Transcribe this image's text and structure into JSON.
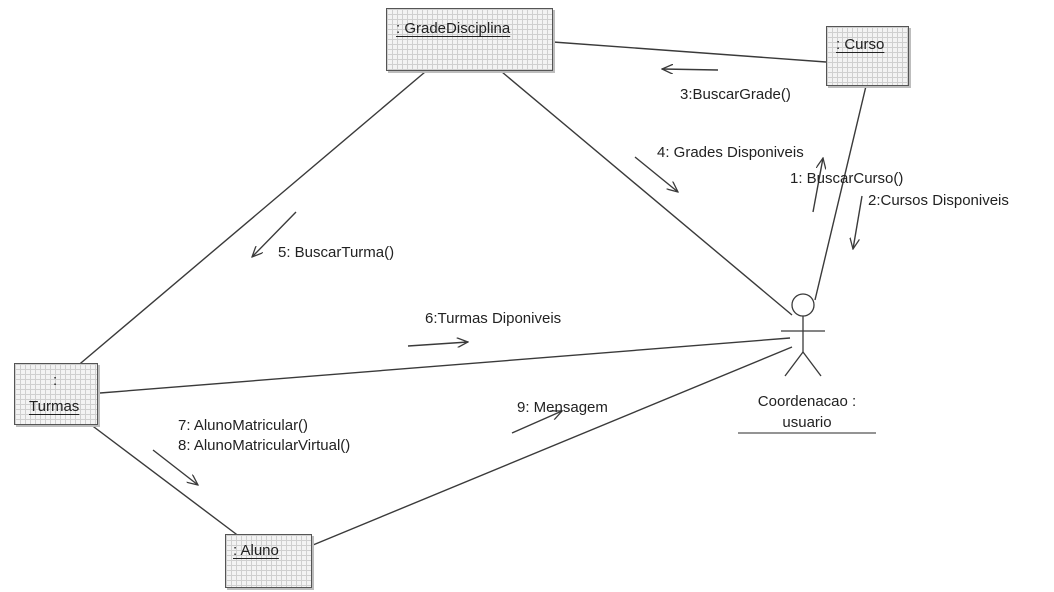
{
  "objects": {
    "grade": {
      "label": ": GradeDisciplina"
    },
    "curso": {
      "label": ": Curso"
    },
    "turmas": {
      "prefix": ":",
      "label": "Turmas"
    },
    "aluno": {
      "label": ": Aluno"
    }
  },
  "actor": {
    "icon": "stick-figure-actor-icon",
    "line1": "Coordenacao :",
    "line2": "usuario"
  },
  "messages": {
    "m1": "1: BuscarCurso()",
    "m2": "2:Cursos Disponiveis",
    "m3": "3:BuscarGrade()",
    "m4": "4: Grades Disponiveis",
    "m5": "5: BuscarTurma()",
    "m6": "6:Turmas Diponiveis",
    "m7": "7: AlunoMatricular()",
    "m8": "8: AlunoMatricularVirtual()",
    "m9": "9: Mensagem"
  },
  "colors": {
    "line": "#3a3a3a",
    "objectFill": "#f3f3f3",
    "grid": "#cfcfcf"
  }
}
